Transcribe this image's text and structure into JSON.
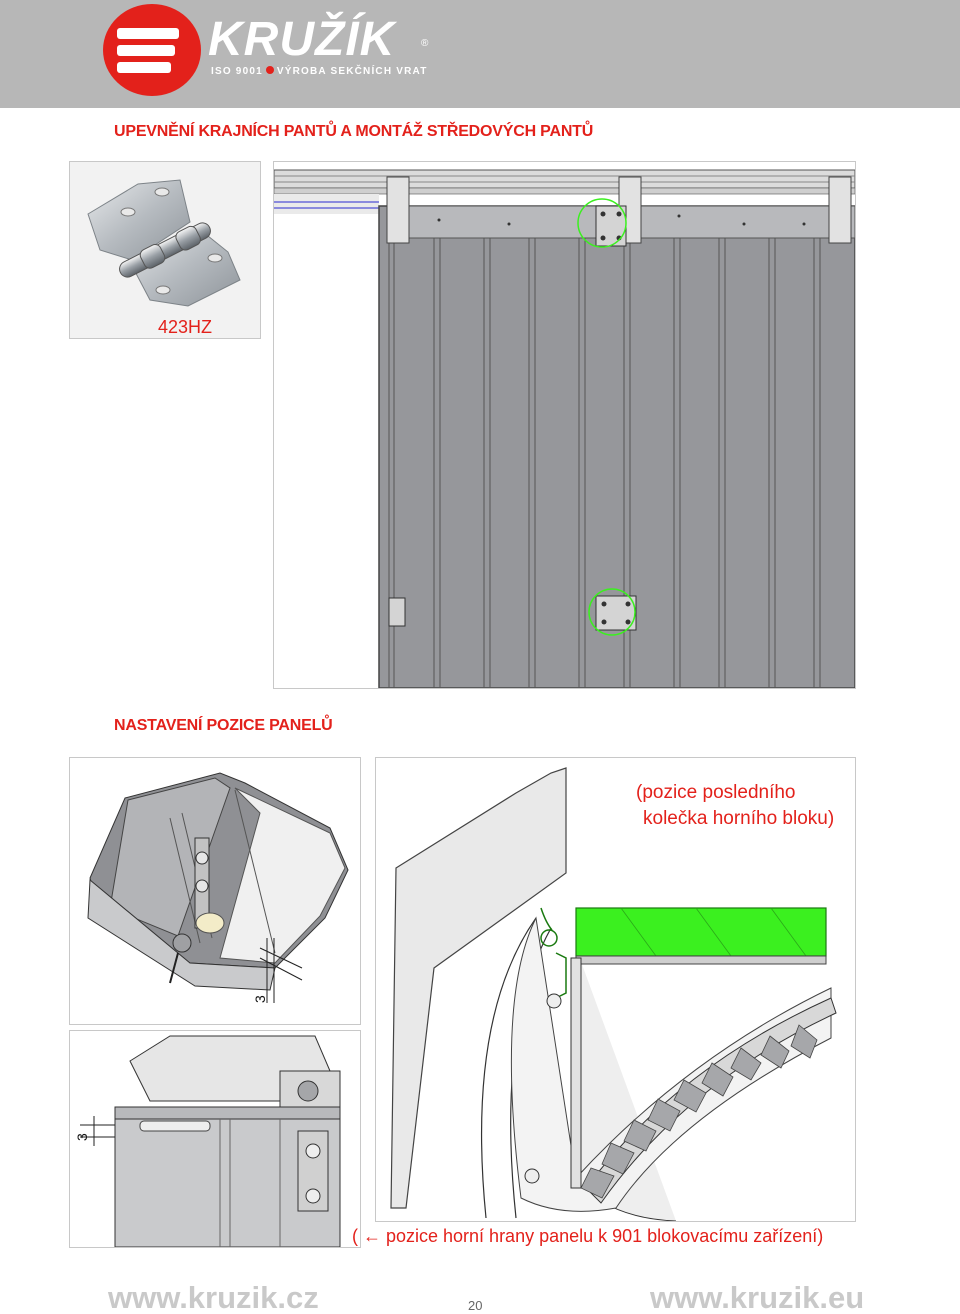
{
  "header": {
    "brand": "KRUŽÍK",
    "registered": "®",
    "tagline_iso": "ISO 9001",
    "tagline_text": "VÝROBA SEKČNÍCH VRAT"
  },
  "sections": {
    "hinges_title": "UPEVNĚNÍ KRAJNÍCH PANTŮ A MONTÁŽ STŘEDOVÝCH PANTŮ",
    "panels_title": "NASTAVENÍ POZICE PANELŮ"
  },
  "hinge_photo": {
    "code": "423HZ"
  },
  "detail_top": {
    "dimension": "3"
  },
  "detail_bottom": {
    "dimension": "3"
  },
  "roller_diagram": {
    "note_line1": "(pozice posledního",
    "note_line2": "kolečka horního bloku)",
    "caption": "( ← pozice horní hrany panelu k 901 blokovacímu zařízení)"
  },
  "footer": {
    "url_left": "www.kruzik.cz",
    "page_number": "20",
    "url_right": "www.kruzik.eu"
  },
  "colors": {
    "brand_red": "#e3211b",
    "header_gray": "#b7b7b7",
    "highlight_green": "#3bf01f"
  }
}
